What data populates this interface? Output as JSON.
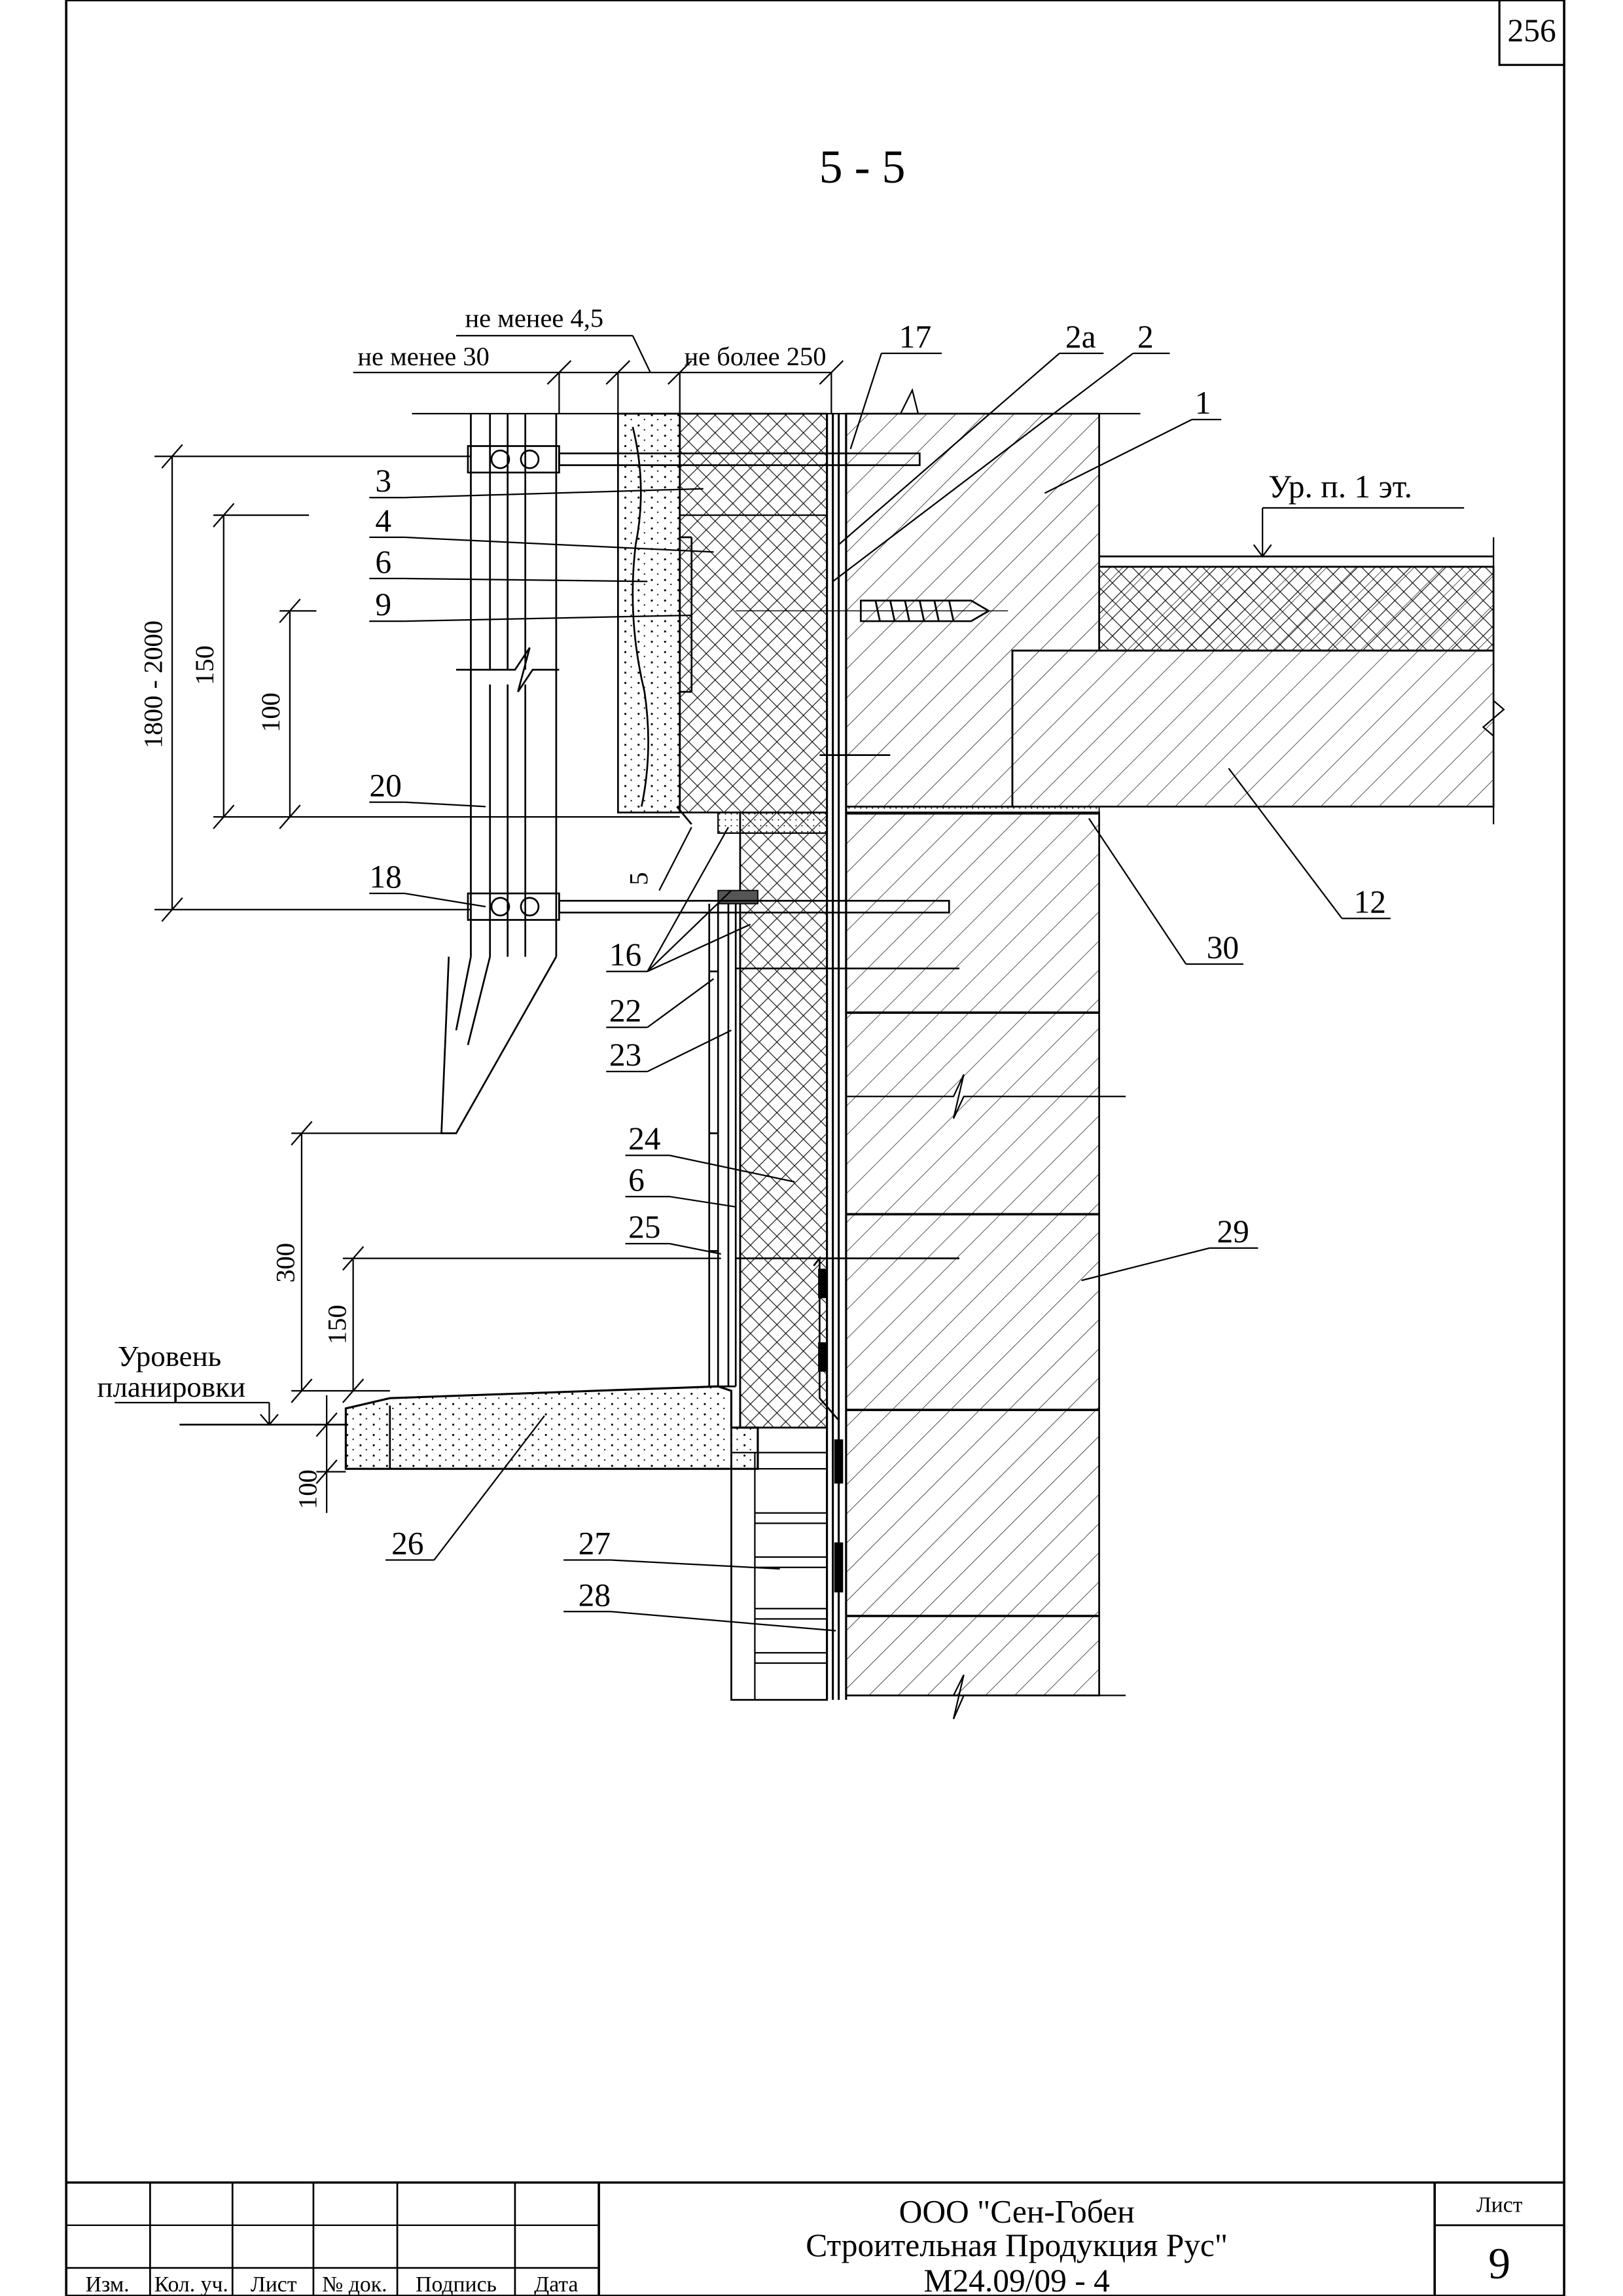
{
  "page_number": "256",
  "section_title": "5 - 5",
  "dimensions": {
    "min_4_5": "не менее 4,5",
    "min_30": "не менее 30",
    "max_250": "не более 250",
    "d1800_2000": "1800 - 2000",
    "d150_top": "150",
    "d100_top": "100",
    "d300": "300",
    "d150_bottom": "150",
    "d100_bottom": "100",
    "d5": "5"
  },
  "level_labels": {
    "floor_level": "Ур. п. 1 эт.",
    "grade_level_line1": "Уровень",
    "grade_level_line2": "планировки"
  },
  "callouts": {
    "c1": "1",
    "c2": "2",
    "c2a": "2а",
    "c3": "3",
    "c4": "4",
    "c6a": "6",
    "c6b": "6",
    "c9": "9",
    "c12": "12",
    "c16": "16",
    "c17": "17",
    "c18": "18",
    "c20": "20",
    "c22": "22",
    "c23": "23",
    "c24": "24",
    "c25": "25",
    "c26": "26",
    "c27": "27",
    "c28": "28",
    "c29": "29",
    "c30": "30"
  },
  "title_block": {
    "col_izm": "Изм.",
    "col_kol": "Кол. уч.",
    "col_list": "Лист",
    "col_ndok": "№ док.",
    "col_podpis": "Подпись",
    "col_data": "Дата",
    "company_line1": "ООО \"Сен-Гобен",
    "company_line2": "Строительная Продукция Рус\"",
    "doc_code": "М24.09/09 - 4",
    "sheet_label": "Лист",
    "sheet_number": "9"
  }
}
